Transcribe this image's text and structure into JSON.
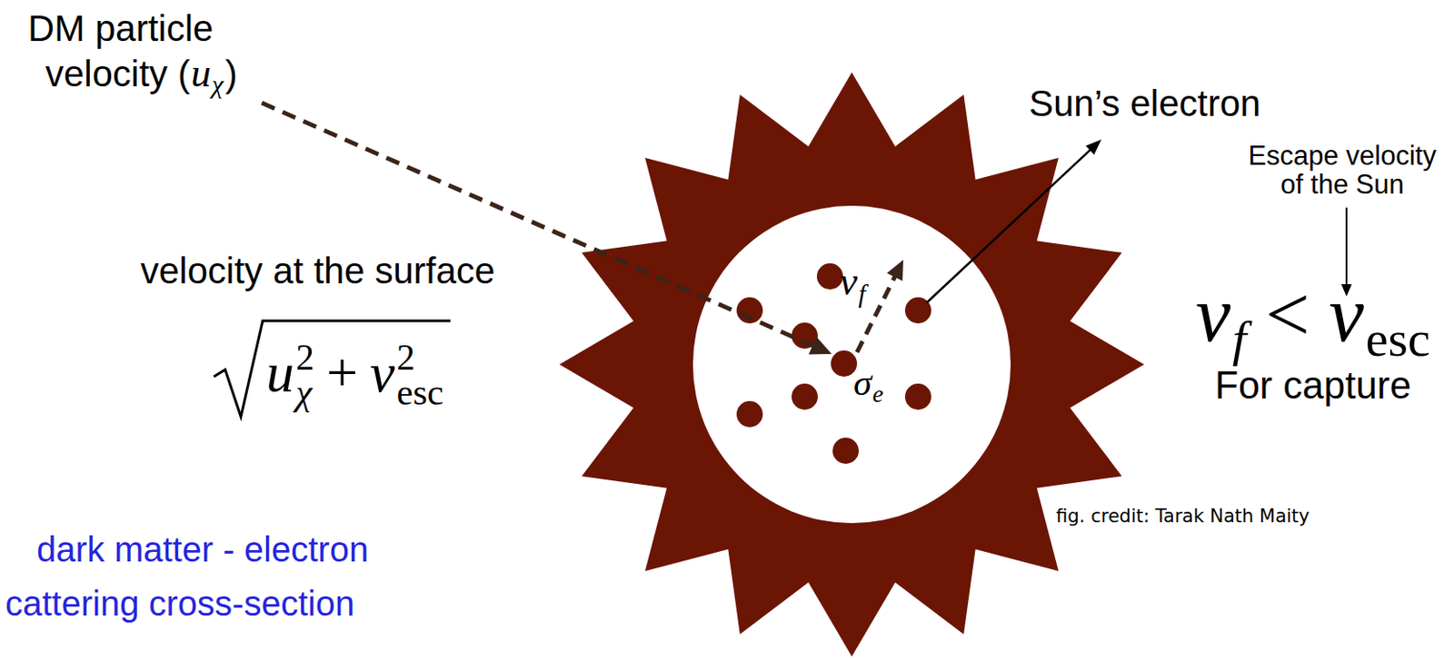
{
  "diagram": {
    "labels": [
      "DM particle",
      "velocity (",
      "u",
      "χ",
      ")",
      "Sun’s electron",
      "Escape velocity of the Sun",
      "velocity at the surface",
      "v",
      "f",
      "v",
      "f",
      "<",
      "v",
      "esc",
      "u",
      "χ",
      "2",
      "+",
      "v",
      "esc",
      "2",
      "σ",
      "e",
      "For capture",
      "fig. credit: Tarak Nath Maity",
      "dark matter - electron",
      "cattering cross-section"
    ]
  }
}
